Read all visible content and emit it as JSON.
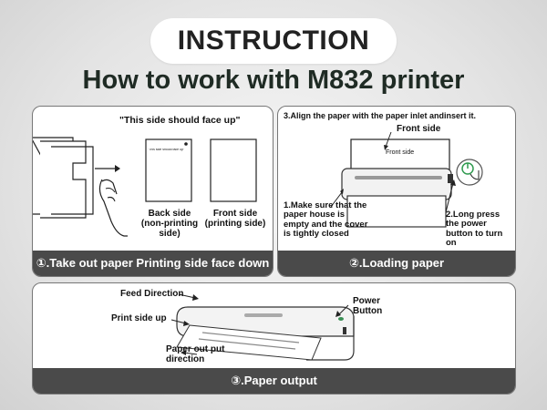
{
  "header": {
    "title": "INSTRUCTION",
    "subtitle": "How to work with M832 printer"
  },
  "panel1": {
    "face_up_label": "\"This side should face up\"",
    "small_sheet_text": "\"This side should face up\"",
    "back_side_label": "Back side",
    "back_side_sub": "(non-printing side)",
    "front_side_label": "Front side",
    "front_side_sub": "(printing side)",
    "footer": "①.Take out paper Printing side face down"
  },
  "panel2": {
    "step3": "3.Align the paper with the paper inlet andinsert it.",
    "front_side_label": "Front side",
    "paper_text": "Front side",
    "step1": "1.Make sure that the paper house is empty and the cover is tightly closed",
    "step2": "2.Long press the power button to turn on",
    "footer": "②.Loading paper"
  },
  "panel3": {
    "feed_direction": "Feed Direction",
    "print_side_up": "Print side up",
    "paper_out_put": "Paper out put",
    "direction": "direction",
    "power": "Power",
    "button": "Button",
    "footer": "③.Paper output"
  }
}
